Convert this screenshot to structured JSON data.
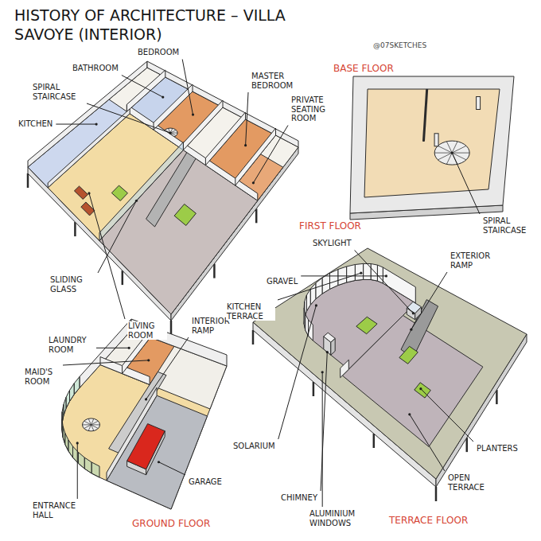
{
  "diagram": {
    "title": "HISTORY OF ARCHITECTURE – VILLA SAVOYE (INTERIOR)",
    "labels": [
      "BEDROOM",
      "BATHROOM",
      "MASTER BEDROOM",
      "SPIRAL STAIRCASE",
      "PRIVATE SEATING ROOM",
      "KITCHEN",
      "FIRST FLOOR",
      "SLIDING GLASS",
      "LIVING ROOM",
      "BASE FLOOR",
      "SPIRAL STAIRCASE",
      "LAUNDRY ROOM",
      "INTERIOR RAMP",
      "MAID'S ROOM",
      "GARAGE",
      "ENTRANCE HALL",
      "GROUND FLOOR",
      "SKYLIGHT",
      "EXTERIOR RAMP",
      "GRAVEL",
      "KITCHEN TERRACE",
      "SOLARIUM",
      "PLANTERS",
      "OPEN TERRACE",
      "CHIMNEY",
      "ALUMINIUM WINDOWS",
      "TERRACE FLOOR",
      "@07SKETCHES"
    ]
  }
}
